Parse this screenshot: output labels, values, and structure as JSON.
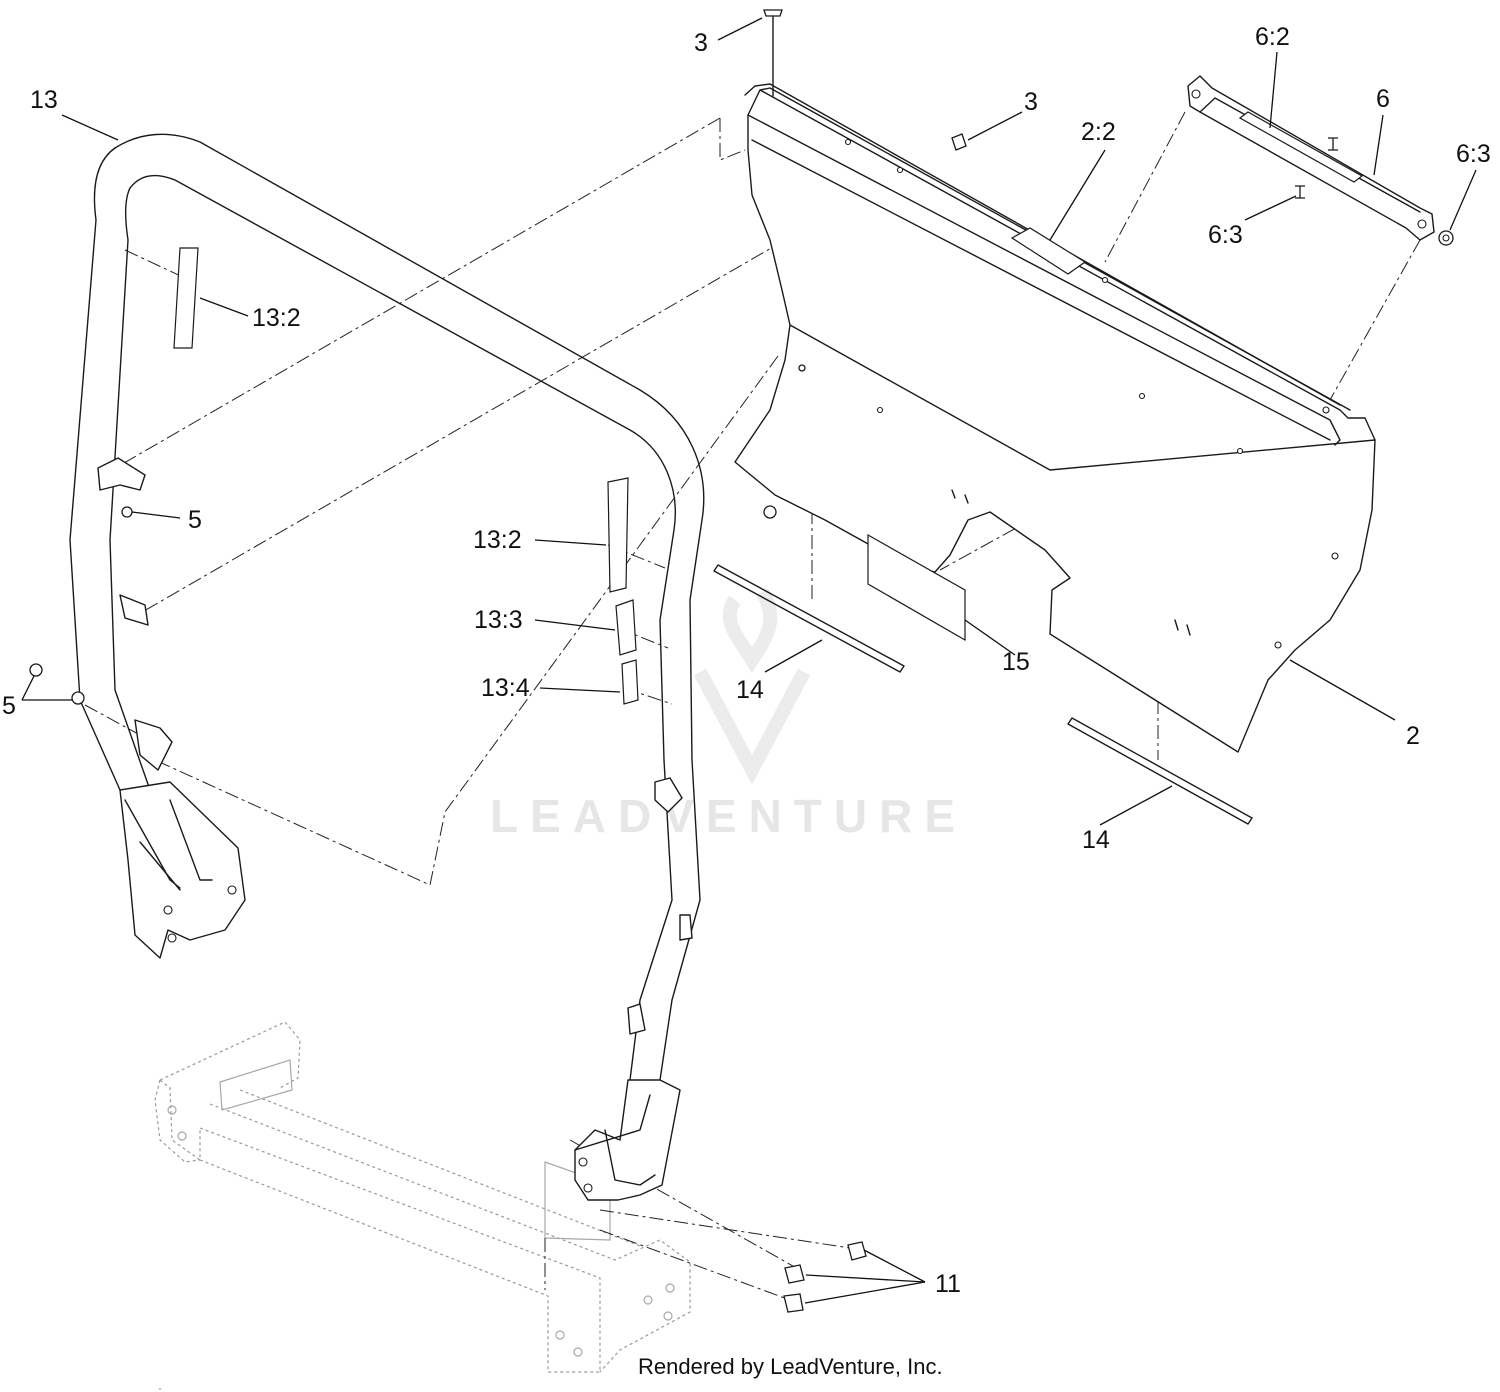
{
  "callouts": {
    "c_13": "13",
    "c_13_2_top": "13:2",
    "c_5_mid": "5",
    "c_5_low": "5",
    "c_13_2_right": "13:2",
    "c_13_3": "13:3",
    "c_13_4": "13:4",
    "c_3_top": "3",
    "c_3_bar": "3",
    "c_2_2": "2:2",
    "c_6_2": "6:2",
    "c_6": "6",
    "c_6_3_right": "6:3",
    "c_6_3_mid": "6:3",
    "c_14_left": "14",
    "c_15": "15",
    "c_2": "2",
    "c_14_right": "14",
    "c_11": "11"
  },
  "watermark": "LEADVENTURE",
  "footer": "Rendered by LeadVenture, Inc."
}
